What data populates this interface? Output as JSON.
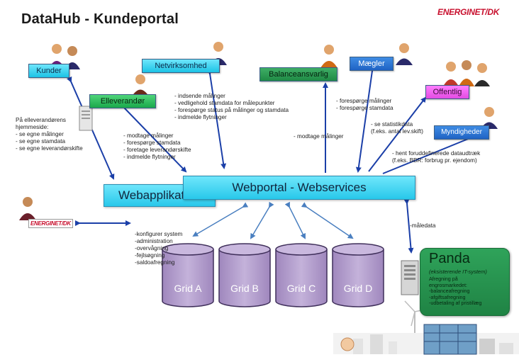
{
  "header": {
    "title": "DataHub - Kundeportal",
    "logo_text": "ENERGINET/DK",
    "logo_text_small": "ENERGINET/DK"
  },
  "nodes": {
    "kunder": "Kunder",
    "netvirksomhed": "Netvirksomhed",
    "elleverandor": "Elleverandør",
    "balanceansvarlig": "Balanceansvarlig",
    "maegler": "Mægler",
    "offentlig": "Offentlig",
    "myndigheder": "Myndigheder",
    "webapplikation": "Webapplikation",
    "webportal": "Webportal - Webservices"
  },
  "notes": {
    "kunder": "På elleverandørens\nhjemmeside:\n- se egne målinger\n- se egne stamdata\n- se egne leverandørskifte",
    "elleverandor": "- modtage målinger\n- forespørge stamdata\n- foretage leverandørskifte\n- indmelde flytninger",
    "netvirksomhed": "- indsende målinger\n- vedligehold stamdata for målepunkter\n- forespørge status på målinger og stamdata\n- indmelde flytninger",
    "balanceansvarlig": "- modtage målinger",
    "maegler": "- forespørge målinger\n- forespørge stamdata",
    "offentlig": "- se statistikdata\n(f.eks. antal lev.skift)",
    "myndigheder": "- hent foruddefinerede dataudtræk\n(f.eks. BBR: forbrug pr. ejendom)",
    "energinet": "-konfigurer system\n-administration\n-overvågning\n-fejlsøgning\n-saldoafregning",
    "panda_link": "-måledata"
  },
  "grids": [
    "Grid A",
    "Grid B",
    "Grid C",
    "Grid D"
  ],
  "panda": {
    "title": "Panda",
    "subtitle": "(eksisterende IT-system)",
    "description": "Afregning på\nengrosmarkedet:\n-balanceafregning\n-afgiftsafregning\n-udbetaling af pristillæg"
  },
  "colors": {
    "cyan": "#1cc3e6",
    "green": "#1aa84a",
    "blue": "#1f63c4",
    "magenta": "#e34be3",
    "grid": "#b59fcf",
    "arrow": "#1b3fa8",
    "link": "#4a7fc0"
  },
  "icons": [
    "person-icon",
    "server-icon",
    "wind-turbine-icon",
    "city-icon"
  ]
}
